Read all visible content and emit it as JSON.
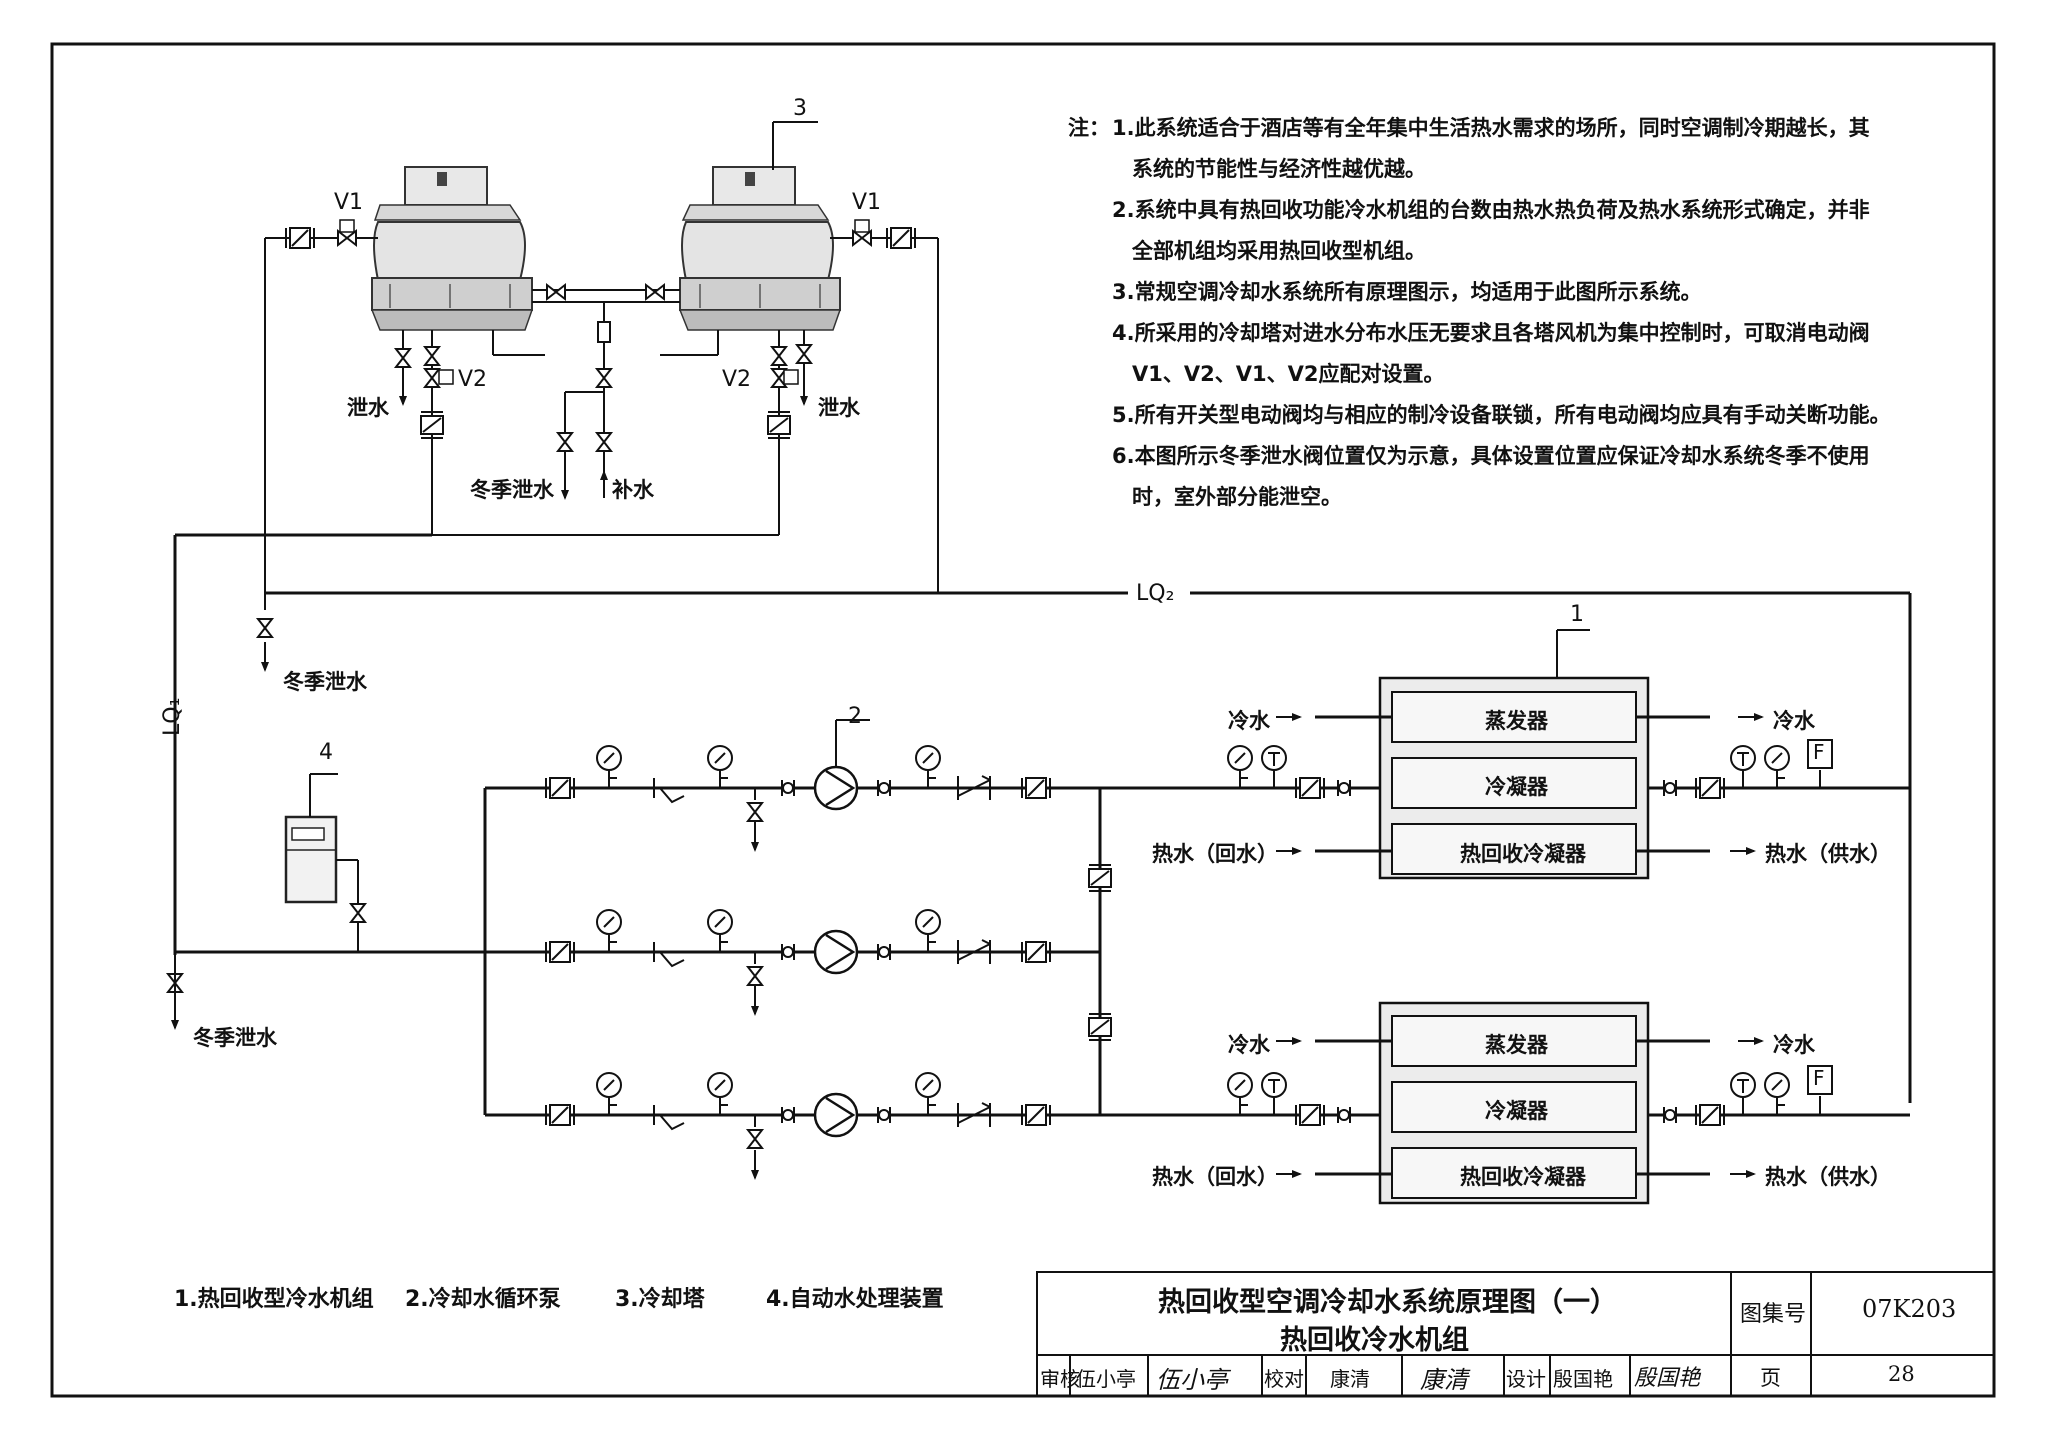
{
  "notes": {
    "prefix": "注：",
    "lines": [
      "1.此系统适合于酒店等有全年集中生活热水需求的场所，同时空调制冷期越长，其",
      "系统的节能性与经济性越优越。",
      "2.系统中具有热回收功能冷水机组的台数由热水热负荷及热水系统形式确定，并非",
      "全部机组均采用热回收型机组。",
      "3.常规空调冷却水系统所有原理图示，均适用于此图所示系统。",
      "4.所采用的冷却塔对进水分布水压无要求且各塔风机为集中控制时，可取消电动阀",
      "V1、V2、V1、V2应配对设置。",
      "5.所有开关型电动阀均与相应的制冷设备联锁，所有电动阀均应具有手动关断功能。",
      "6.本图所示冬季泄水阀位置仅为示意，具体设置位置应保证冷却水系统冬季不使用",
      "时，室外部分能泄空。"
    ]
  },
  "labels": {
    "tag1": "1",
    "tag2": "2",
    "tag3": "3",
    "tag4": "4",
    "v1": "V1",
    "v2": "V2",
    "drain": "泄水",
    "winter_drain": "冬季泄水",
    "makeup": "补水",
    "lq1": "LQ₁",
    "lq2": "LQ₂",
    "chilled": "冷水",
    "hot_return": "热水（回水）",
    "hot_supply": "热水（供水）",
    "evaporator": "蒸发器",
    "condenser": "冷凝器",
    "hr_condenser": "热回收冷凝器",
    "flow_switch": "F"
  },
  "legend": [
    "1.热回收型冷水机组",
    "2.冷却水循环泵",
    "3.冷却塔",
    "4.自动水处理装置"
  ],
  "title_block": {
    "title_line1": "热回收型空调冷却水系统原理图（一）",
    "title_line2": "热回收冷水机组",
    "atlas_label": "图集号",
    "atlas_no": "07K203",
    "page_label": "页",
    "page_no": "28",
    "review_label": "审核",
    "review_name": "伍小亭",
    "review_sign": "伍小亭",
    "check_label": "校对",
    "check_name": "康清",
    "check_sign": "康清",
    "design_label": "设计",
    "design_name": "殷国艳",
    "design_sign": "殷国艳"
  }
}
